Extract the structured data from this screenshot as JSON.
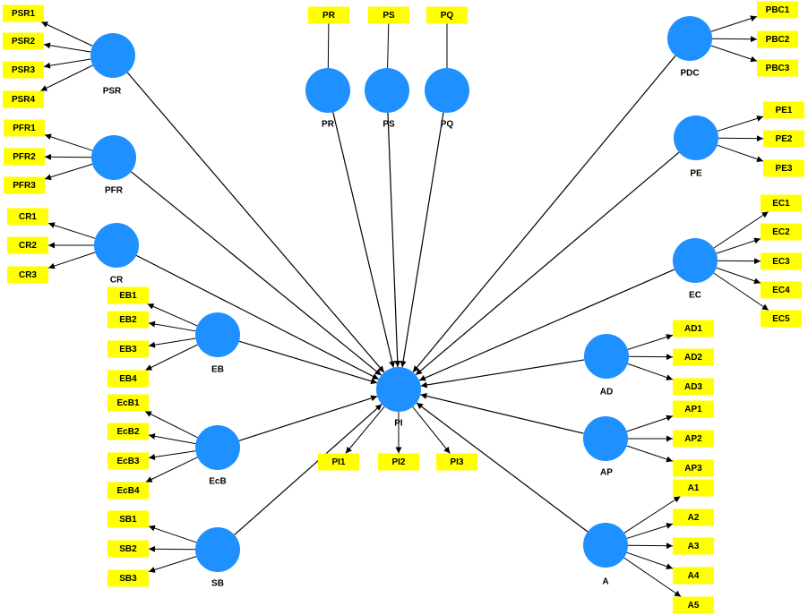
{
  "colors": {
    "latent": "#1e90ff",
    "indicator": "#ffff00",
    "line": "#000000"
  },
  "latents": [
    {
      "id": "PSR",
      "label": "PSR",
      "indicators": [
        "PSR1",
        "PSR2",
        "PSR3",
        "PSR4"
      ]
    },
    {
      "id": "PFR",
      "label": "PFR",
      "indicators": [
        "PFR1",
        "PFR2",
        "PFR3"
      ]
    },
    {
      "id": "CR",
      "label": "CR",
      "indicators": [
        "CR1",
        "CR2",
        "CR3"
      ]
    },
    {
      "id": "EB",
      "label": "EB",
      "indicators": [
        "EB1",
        "EB2",
        "EB3",
        "EB4"
      ]
    },
    {
      "id": "EcB",
      "label": "EcB",
      "indicators": [
        "EcB1",
        "EcB2",
        "EcB3",
        "EcB4"
      ]
    },
    {
      "id": "SB",
      "label": "SB",
      "indicators": [
        "SB1",
        "SB2",
        "SB3"
      ]
    },
    {
      "id": "PR",
      "label": "PR",
      "indicators": [
        "PR"
      ]
    },
    {
      "id": "PS",
      "label": "PS",
      "indicators": [
        "PS"
      ]
    },
    {
      "id": "PQ",
      "label": "PQ",
      "indicators": [
        "PQ"
      ]
    },
    {
      "id": "PDC",
      "label": "PDC",
      "indicators": [
        "PBC1",
        "PBC2",
        "PBC3"
      ]
    },
    {
      "id": "PE",
      "label": "PE",
      "indicators": [
        "PE1",
        "PE2",
        "PE3"
      ]
    },
    {
      "id": "EC",
      "label": "EC",
      "indicators": [
        "EC1",
        "EC2",
        "EC3",
        "EC4",
        "EC5"
      ]
    },
    {
      "id": "AD",
      "label": "AD",
      "indicators": [
        "AD1",
        "AD2",
        "AD3"
      ]
    },
    {
      "id": "AP",
      "label": "AP",
      "indicators": [
        "AP1",
        "AP2",
        "AP3"
      ]
    },
    {
      "id": "A",
      "label": "A",
      "indicators": [
        "A1",
        "A2",
        "A3",
        "A4",
        "A5"
      ]
    },
    {
      "id": "PI",
      "label": "PI",
      "indicators": [
        "PI1",
        "PI2",
        "PI3"
      ]
    }
  ],
  "structural_paths": [
    {
      "from": "PSR",
      "to": "PI"
    },
    {
      "from": "PFR",
      "to": "PI"
    },
    {
      "from": "CR",
      "to": "PI"
    },
    {
      "from": "EB",
      "to": "PI"
    },
    {
      "from": "EcB",
      "to": "PI"
    },
    {
      "from": "SB",
      "to": "PI"
    },
    {
      "from": "PR",
      "to": "PI"
    },
    {
      "from": "PS",
      "to": "PI"
    },
    {
      "from": "PQ",
      "to": "PI"
    },
    {
      "from": "PDC",
      "to": "PI"
    },
    {
      "from": "PE",
      "to": "PI"
    },
    {
      "from": "EC",
      "to": "PI"
    },
    {
      "from": "AD",
      "to": "PI"
    },
    {
      "from": "AP",
      "to": "PI"
    },
    {
      "from": "A",
      "to": "PI"
    }
  ]
}
